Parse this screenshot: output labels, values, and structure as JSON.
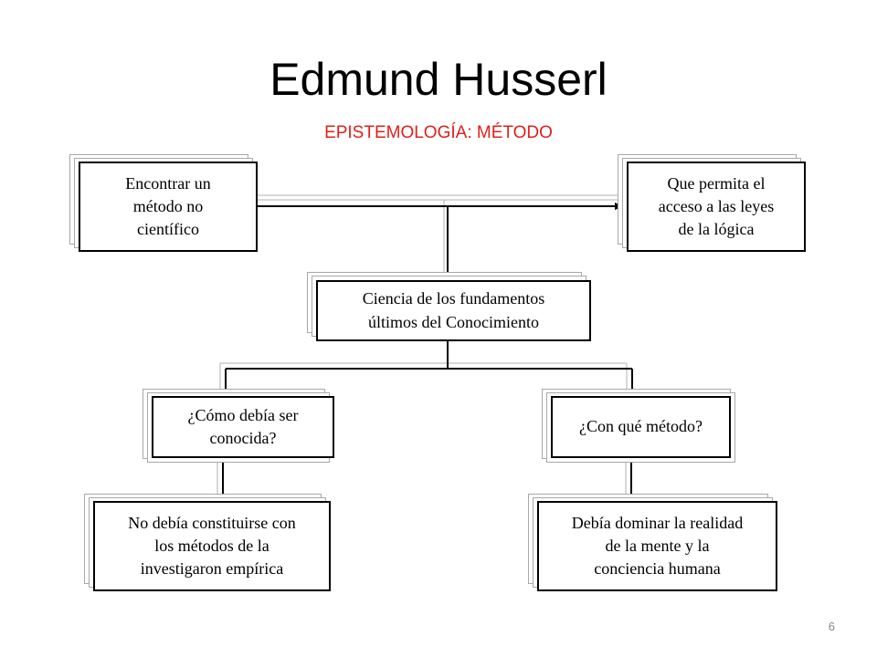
{
  "title": "Edmund Husserl",
  "subtitle": "EPISTEMOLOGÍA: MÉTODO",
  "page_number": "6",
  "colors": {
    "subtitle": "#e0201b",
    "box_border": "#000000",
    "shadow_border": "#a8a8a8",
    "page_number": "#8a8a8a"
  },
  "diagram": {
    "nodes": {
      "top_left": "Encontrar un\nmétodo no\ncientífico",
      "top_right": "Que permita el\nacceso a las leyes\nde la lógica",
      "center": "Ciencia de los fundamentos\núltimos del Conocimiento",
      "mid_left": "¿Cómo debía ser\nconocida?",
      "mid_right": "¿Con qué método?",
      "bottom_left": "No debía constituirse con\nlos métodos de la\ninvestigaron empírica",
      "bottom_right": "Debía dominar la realidad\nde la mente y la\nconciencia humana"
    }
  }
}
